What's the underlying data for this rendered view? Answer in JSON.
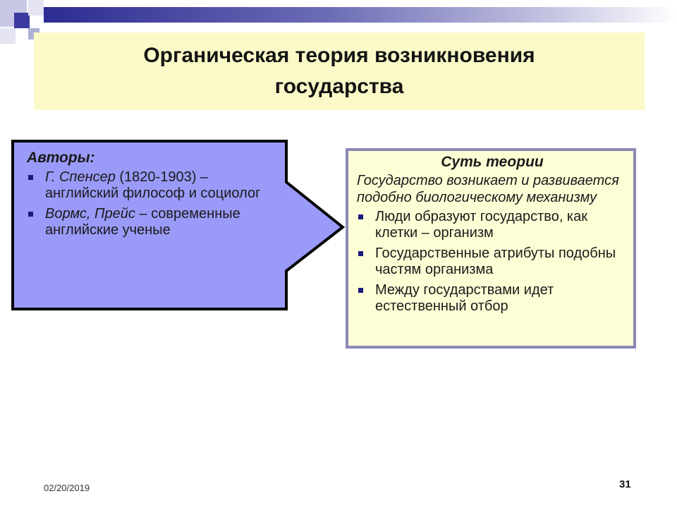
{
  "title": "Органическая теория возникновения государства",
  "authors": {
    "heading": "Авторы:",
    "items": [
      {
        "name": "Г. Спенсер",
        "rest": " (1820-1903) – английский философ и социолог"
      },
      {
        "name": "Вормс, Прейс",
        "rest": " – современные английские ученые"
      }
    ]
  },
  "essence": {
    "heading": "Суть теории",
    "intro": "Государство возникает и развивается подобно биологическому механизму",
    "items": [
      "Люди образуют государство, как клетки – организм",
      "Государственные атрибуты подобны частям организма",
      "Между государствами идет естественный отбор"
    ]
  },
  "footer": {
    "date": "02/20/2019",
    "slide_number": "31"
  },
  "colors": {
    "authors_fill": "#9a9af8",
    "essence_fill": "#fefed6",
    "essence_border": "#8a8ab8",
    "title_fill": "#fbf9c8",
    "accent": "#2c2c92"
  }
}
